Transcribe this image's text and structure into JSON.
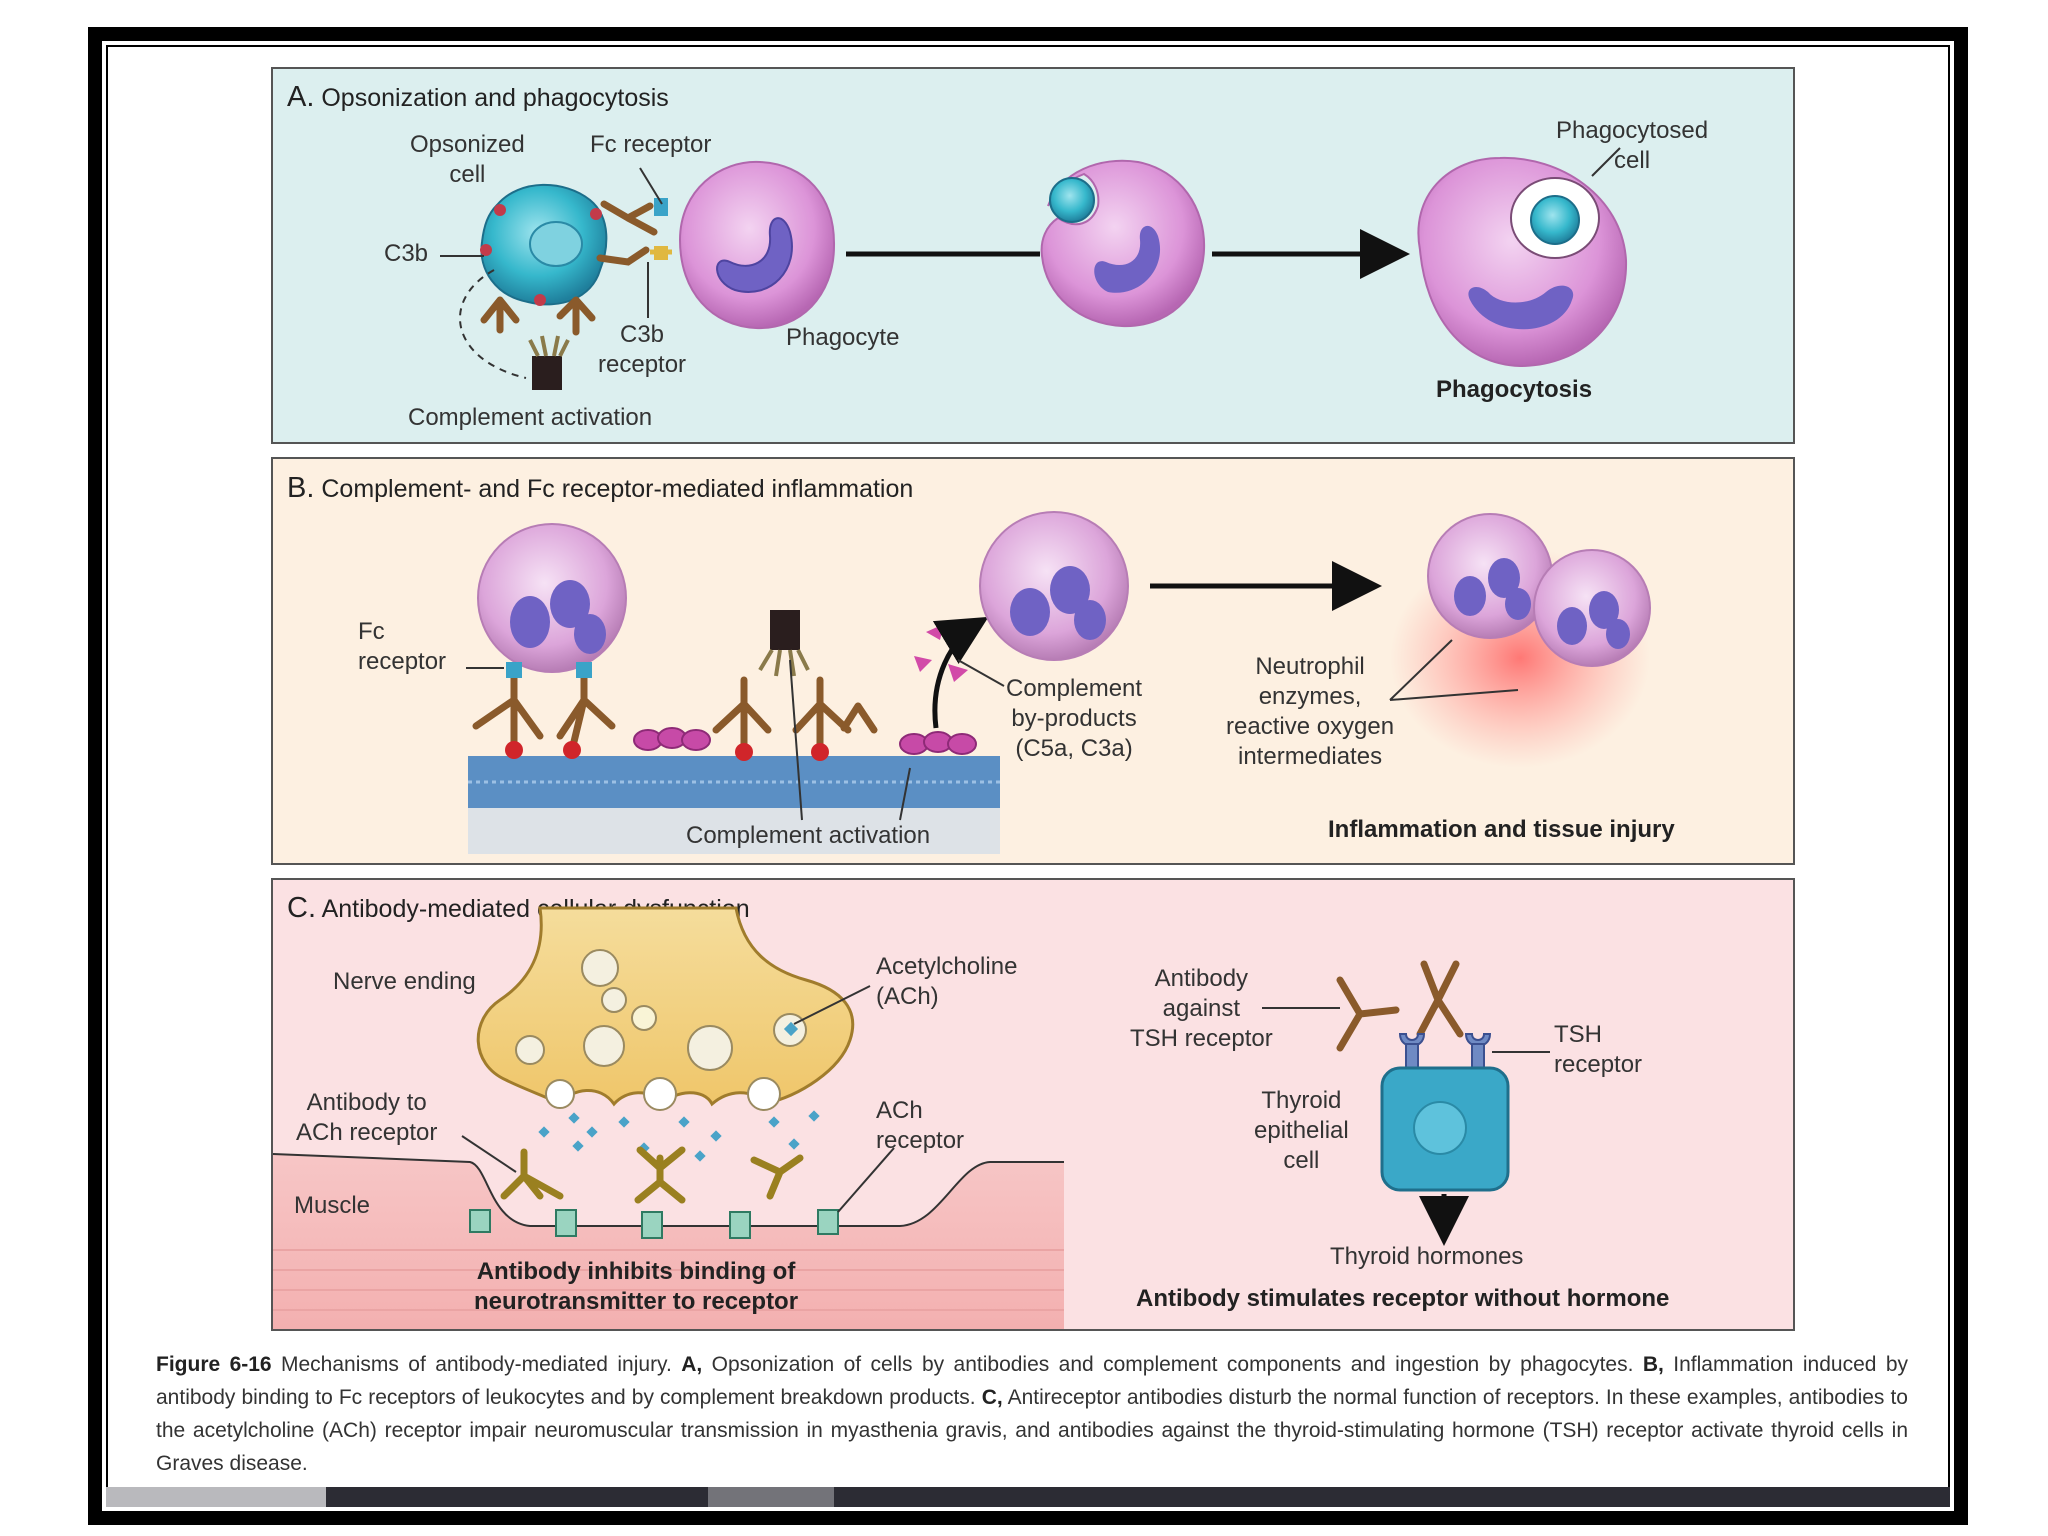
{
  "panel_a": {
    "title_letter": "A.",
    "title": "Opsonization and phagocytosis",
    "opsonized_cell": "Opsonized\ncell",
    "fc_receptor": "Fc receptor",
    "c3b": "C3b",
    "c3b_receptor": "C3b\nreceptor",
    "phagocyte": "Phagocyte",
    "complement_activation": "Complement activation",
    "phagocytosed_cell": "Phagocytosed\ncell",
    "result": "Phagocytosis"
  },
  "panel_b": {
    "title_letter": "B.",
    "title": "Complement- and Fc receptor-mediated inflammation",
    "fc_receptor": "Fc\nreceptor",
    "complement_byproducts": "Complement\nby-products\n(C5a, C3a)",
    "neutrophil_enzymes": "Neutrophil\nenzymes,\nreactive oxygen\nintermediates",
    "complement_activation": "Complement activation",
    "result": "Inflammation and tissue injury"
  },
  "panel_c": {
    "title_letter": "C.",
    "title": "Antibody-mediated cellular dysfunction",
    "nerve_ending": "Nerve ending",
    "acetylcholine": "Acetylcholine\n(ACh)",
    "antibody_to_ach": "Antibody to\nACh receptor",
    "ach_receptor": "ACh\nreceptor",
    "muscle": "Muscle",
    "result_left": "Antibody inhibits binding of\nneurotransmitter to receptor",
    "antibody_tsh": "Antibody\nagainst\nTSH receptor",
    "tsh_receptor": "TSH\nreceptor",
    "thyroid_cell": "Thyroid\nepithelial\ncell",
    "thyroid_hormones": "Thyroid hormones",
    "result_right": "Antibody stimulates receptor without hormone"
  },
  "caption": {
    "figure_label": "Figure 6-16",
    "text_1": " Mechanisms of antibody-mediated injury. ",
    "a_label": "A,",
    "text_2": " Opsonization of cells by antibodies and complement components and ingestion by phagocytes. ",
    "b_label": "B,",
    "text_3": " Inflammation induced by antibody binding to Fc receptors of leukocytes and by complement breakdown products. ",
    "c_label": "C,",
    "text_4": " Antireceptor antibodies disturb the normal function of receptors. In these examples, antibodies to the acetylcholine (ACh) receptor impair neuromuscular transmission in myasthenia gravis, and antibodies against the thyroid-stimulating hormone (TSH) receptor activate thyroid cells in Graves disease."
  },
  "colors": {
    "panel_a_bg": "#dcefef",
    "panel_b_bg": "#fdf0e1",
    "panel_c_bg": "#fbe1e3",
    "phagocyte": "#d98ad6",
    "nucleus": "#6f62c4",
    "opsonized_cell": "#2fb6c9",
    "antibody": "#8a5a2b",
    "complement": "#d24aa8",
    "membrane": "#5b8fc4",
    "thyroid_cell": "#3aa8c8"
  }
}
